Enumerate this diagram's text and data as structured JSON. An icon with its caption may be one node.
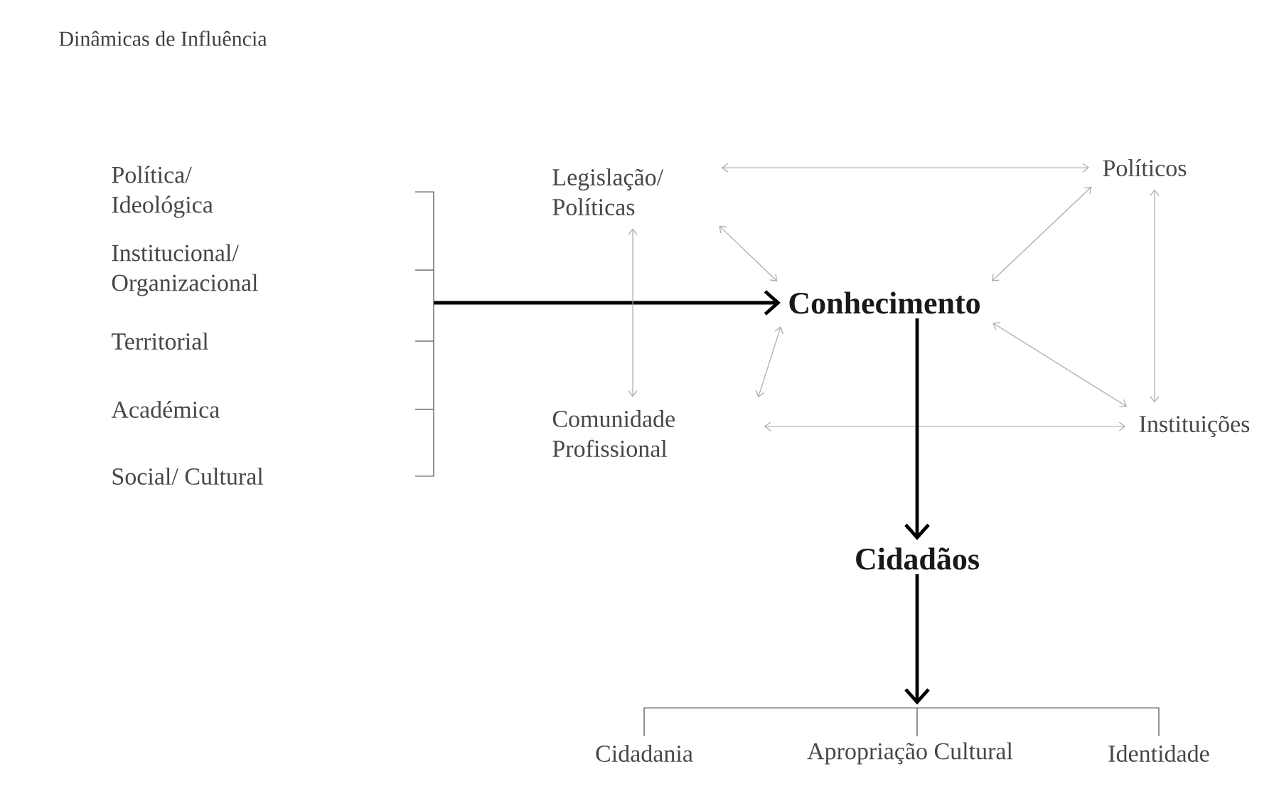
{
  "diagram": {
    "title": "Dinâmicas de Influência",
    "nodes": [
      {
        "text": [
          "Legislação/ Políticas"
        ]
      },
      {
        "text": [
          "Políticos"
        ]
      },
      {
        "text": [
          "Conhecimento"
        ]
      },
      {
        "text": [
          "Comunidade Profissional"
        ]
      },
      {
        "text": [
          "Instituições"
        ]
      },
      {
        "text": [
          "Cidadãos"
        ]
      },
      {
        "text": [],
        "shape": "bracket"
      },
      {
        "text": [],
        "shape": "bracket"
      }
    ],
    "edges": [
      {
        "from": 6,
        "to": 2,
        "arrow": "to",
        "style": "thick",
        "color": "#000000"
      },
      {
        "from": 0,
        "to": 1,
        "arrow": "both"
      },
      {
        "from": 0,
        "to": 3,
        "arrow": "both"
      },
      {
        "from": 1,
        "to": 4,
        "arrow": "both"
      },
      {
        "from": 3,
        "to": 4,
        "arrow": "both"
      },
      {
        "from": 0,
        "to": 2,
        "arrow": "both"
      },
      {
        "from": 1,
        "to": 2,
        "arrow": "both"
      },
      {
        "from": 3,
        "to": 2,
        "arrow": "both"
      },
      {
        "from": 4,
        "to": 2,
        "arrow": "both"
      },
      {
        "from": 2,
        "to": 5,
        "arrow": "to",
        "style": "thick",
        "color": "#000000"
      },
      {
        "from": 5,
        "to": 7,
        "arrow": "to",
        "style": "thick",
        "color": "#000000"
      }
    ],
    "labels": [
      "Política/ Ideológica",
      "Institucional/ Organizacional",
      "Territorial",
      "Académica",
      "Social/ Cultural",
      "Cidadania",
      "Apropriação Cultural",
      "Identidade"
    ]
  }
}
